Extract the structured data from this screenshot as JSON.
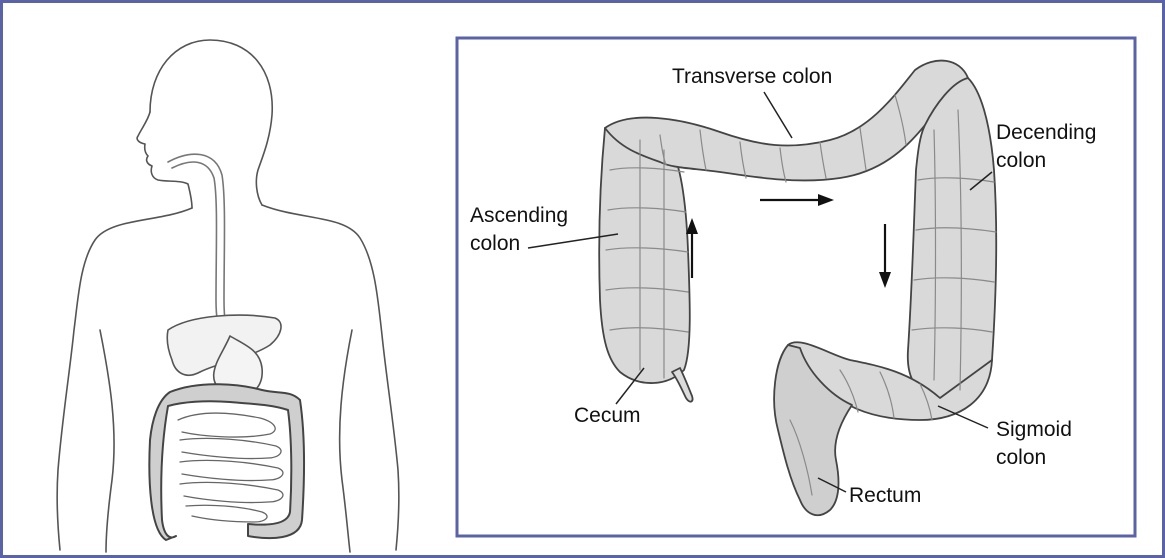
{
  "colors": {
    "frame_border": "#5a63a8",
    "inset_border": "#5a63a8",
    "outline": "#555555",
    "colon_fill": "#d9d9d9",
    "colon_shade": "#9a9a9a",
    "arrow": "#111111"
  },
  "labels": {
    "transverse_colon": "Transverse colon",
    "descending_line1": "Decending",
    "descending_line2": "colon",
    "ascending_line1": "Ascending",
    "ascending_line2": "colon",
    "cecum": "Cecum",
    "sigmoid_line1": "Sigmoid",
    "sigmoid_line2": "colon",
    "rectum": "Rectum"
  },
  "icons": {
    "body_outline": "human-torso-silhouette",
    "flow_arrows": [
      "arrow-up-icon",
      "arrow-right-icon",
      "arrow-down-icon"
    ]
  }
}
